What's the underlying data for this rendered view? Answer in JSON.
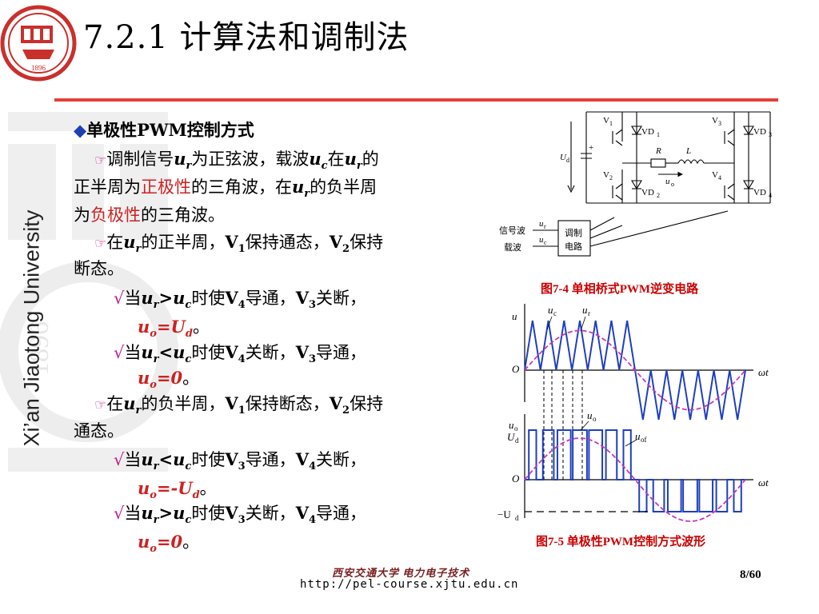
{
  "title": "7.2.1 计算法和调制法",
  "side_text": "Xi’an Jiaotong University",
  "seal": {
    "year": "1896"
  },
  "watermark_year": "1896",
  "content": {
    "heading": {
      "bullet": "◆",
      "text": "单极性PWM控制方式"
    },
    "p1": {
      "icon": "☞",
      "t1": "调制信号",
      "v1": "u",
      "s1": "r",
      "t2": "为正弦波，载波",
      "v2": "u",
      "s2": "c",
      "t3": "在",
      "v3": "u",
      "s3": "r",
      "t4": "的",
      "l2a": "正半周为",
      "l2red": "正极性",
      "l2b": "的三角波，在",
      "l2v": "u",
      "l2s": "r",
      "l2c": "的负半周",
      "l3a": "为",
      "l3red": "负极性",
      "l3b": "的三角波。"
    },
    "p2": {
      "icon": "☞",
      "t1": "在",
      "v1": "u",
      "s1": "r",
      "t2": "的正半周，",
      "w1": "V",
      "n1": "1",
      "t3": "保持通态，",
      "w2": "V",
      "n2": "2",
      "t4": "保持",
      "l2": "断态。"
    },
    "c1": {
      "check": "√",
      "a": "当",
      "v1": "u",
      "s1": "r",
      "op": ">",
      "v2": "u",
      "s2": "c",
      "b": "时使",
      "w1": "V",
      "n1": "4",
      "c": "导通，",
      "w2": "V",
      "n2": "3",
      "d": "关断，",
      "rv": "u",
      "rs": "o",
      "req": "=U",
      "rds": "d",
      "end": "。"
    },
    "c2": {
      "check": "√",
      "a": "当",
      "v1": "u",
      "s1": "r",
      "op": "<",
      "v2": "u",
      "s2": "c",
      "b": "时使",
      "w1": "V",
      "n1": "4",
      "c": "关断，",
      "w2": "V",
      "n2": "3",
      "d": "导通，",
      "rv": "u",
      "rs": "o",
      "req": "=0",
      "end": "。"
    },
    "p3": {
      "icon": "☞",
      "t1": "在",
      "v1": "u",
      "s1": "r",
      "t2": "的负半周，",
      "w1": "V",
      "n1": "1",
      "t3": "保持断态，",
      "w2": "V",
      "n2": "2",
      "t4": "保持",
      "l2": "通态。"
    },
    "c3": {
      "check": "√",
      "a": "当",
      "v1": "u",
      "s1": "r",
      "op": "<",
      "v2": "u",
      "s2": "c",
      "b": "时使",
      "w1": "V",
      "n1": "3",
      "c": "导通，",
      "w2": "V",
      "n2": "4",
      "d": "关断，",
      "rv": "u",
      "rs": "o",
      "req": "=-U",
      "rds": "d",
      "end": "。"
    },
    "c4": {
      "check": "√",
      "a": "当",
      "v1": "u",
      "s1": "r",
      "op": ">",
      "v2": "u",
      "s2": "c",
      "b": "时使",
      "w1": "V",
      "n1": "3",
      "c": "关断，",
      "w2": "V",
      "n2": "4",
      "d": "导通，",
      "rv": "u",
      "rs": "o",
      "req": "=0",
      "end": "。"
    }
  },
  "figure1": {
    "caption": "图7-4  单相桥式PWM逆变电路",
    "labels": {
      "v1": "V",
      "v1s": "1",
      "vd1": "VD",
      "vd1s": "1",
      "v3": "V",
      "v3s": "3",
      "vd3": "VD",
      "vd3s": "3",
      "v2": "V",
      "v2s": "2",
      "vd2": "VD",
      "vd2s": "2",
      "v4": "V",
      "v4s": "4",
      "vd4": "VD",
      "vd4s": "4",
      "ud": "U",
      "uds": "d",
      "plus": "+",
      "r": "R",
      "l": "L",
      "uo": "u",
      "uos": "o",
      "signal": "信号波",
      "carrier": "载波",
      "ur": "u",
      "urs": "r",
      "uc": "u",
      "ucs": "c",
      "mod1": "调制",
      "mod2": "电路"
    }
  },
  "figure2": {
    "caption": "图7-5  单极性PWM控制方式波形",
    "labels": {
      "u": "u",
      "uc": "u",
      "ucs": "c",
      "ur": "u",
      "urs": "r",
      "o1": "O",
      "wt1": "ωt",
      "uo_axis": "u",
      "uo_axis_s": "o",
      "ud": "U",
      "uds": "d",
      "uo": "u",
      "uos": "o",
      "uof": "u",
      "uofs": "of",
      "o2": "O",
      "wt2": "ωt",
      "neg_ud": "−U",
      "neg_uds": "d"
    }
  },
  "chart_data": {
    "type": "line",
    "title": "图7-5  单极性PWM控制方式波形",
    "xlabel": "ωt",
    "series": [
      {
        "name": "u_r",
        "values": []
      },
      {
        "name": "u_c",
        "values": []
      },
      {
        "name": "u_o",
        "values": []
      },
      {
        "name": "u_of",
        "values": []
      }
    ],
    "pulses_per_half_cycle": 7,
    "uo_levels": [
      "U_d",
      "0",
      "−U_d"
    ]
  },
  "footer": {
    "cn": "西安交通大学 电力电子技术",
    "url": "http://pel-course.xjtu.edu.cn",
    "page": "8/60"
  }
}
